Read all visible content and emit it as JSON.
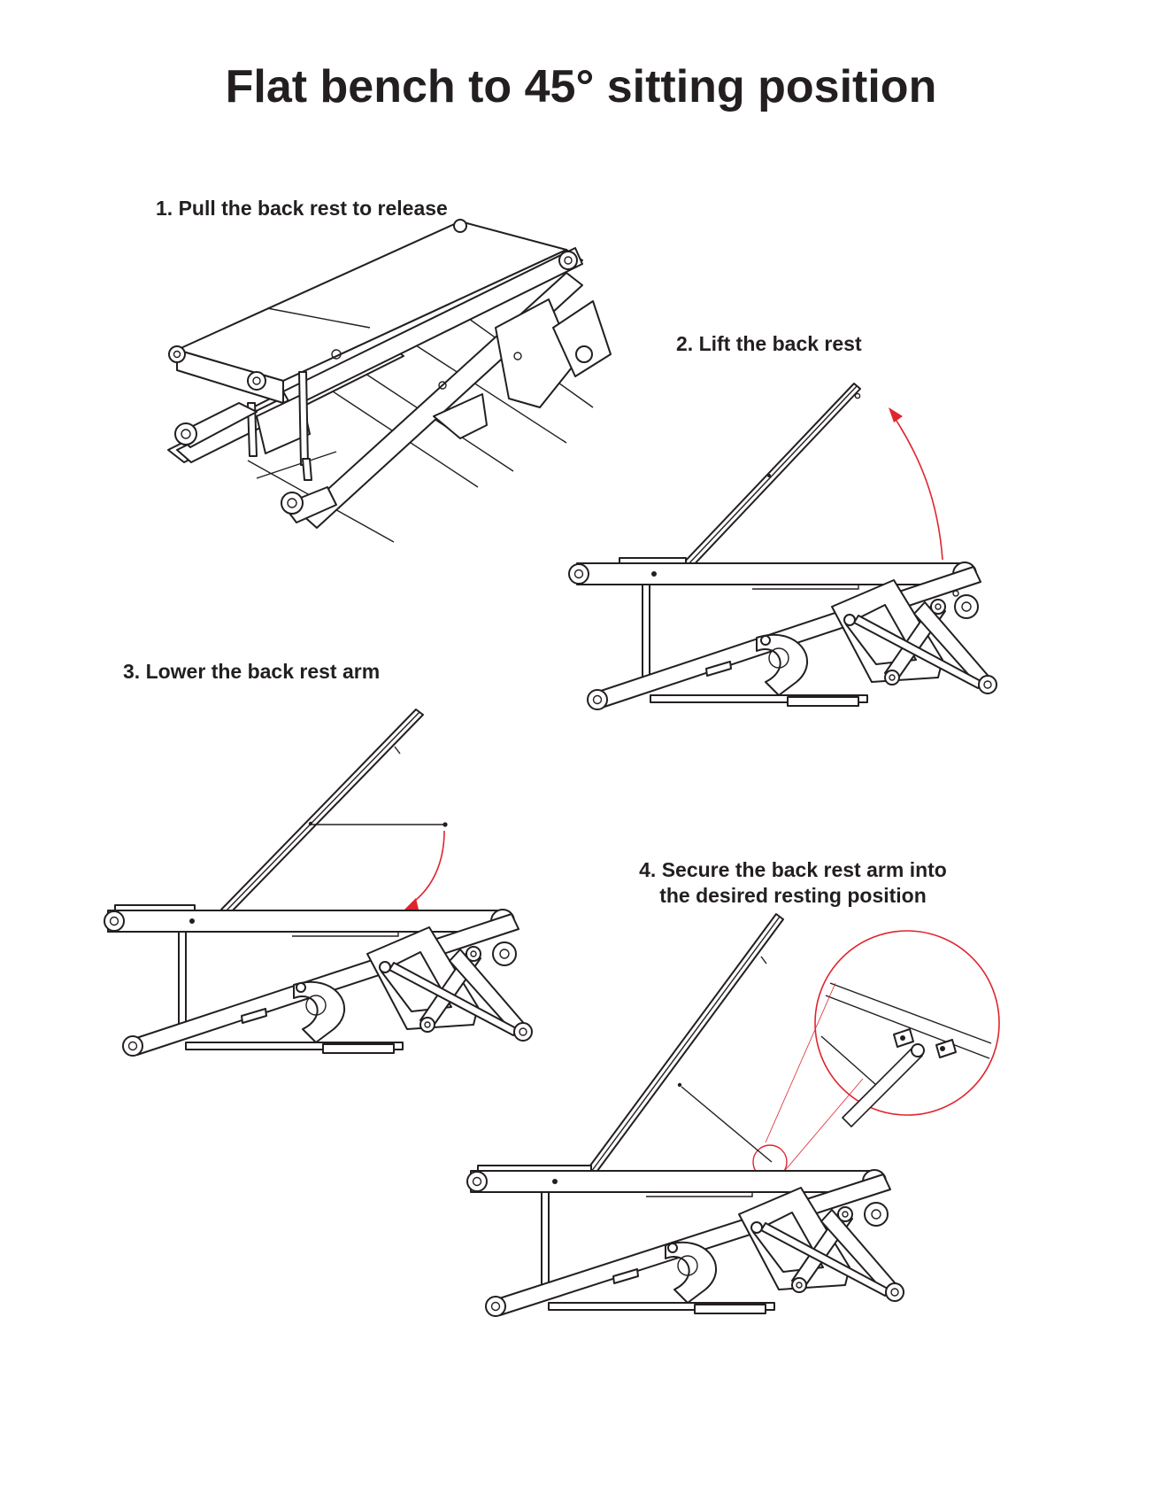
{
  "title": "Flat bench to 45° sitting position",
  "steps": [
    {
      "label": "1. Pull the back rest to release"
    },
    {
      "label": "2. Lift the back rest"
    },
    {
      "label": "3. Lower the back rest arm"
    },
    {
      "label": "4. Secure the back rest arm into",
      "label_line2": "the desired resting position"
    }
  ],
  "colors": {
    "line": "#231f20",
    "accent": "#e0242d"
  }
}
